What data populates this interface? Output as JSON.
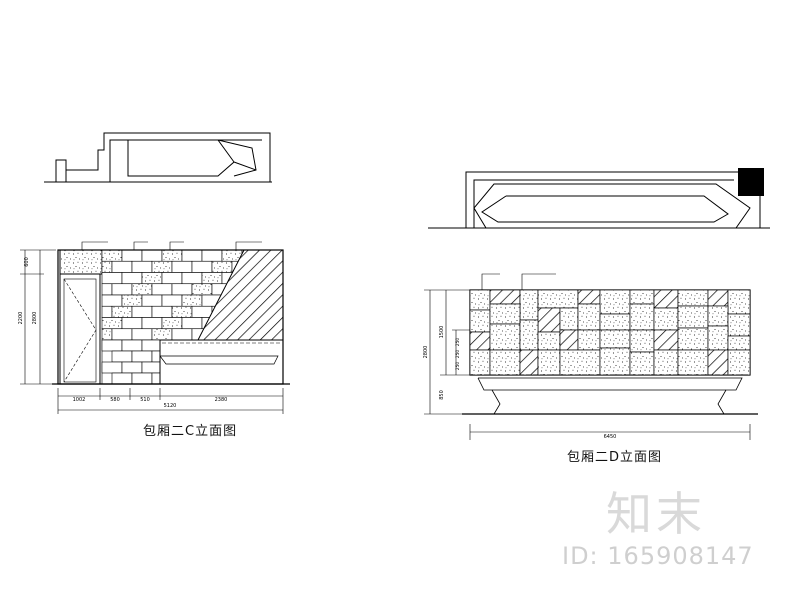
{
  "captions": {
    "left": "包厢二C立面图",
    "right": "包厢二D立面图"
  },
  "watermark": {
    "logo": "知末",
    "id": "ID: 165908147"
  },
  "left_elevation": {
    "vertical_dims": [
      "600",
      "2200",
      "2800"
    ],
    "horizontal_dims": [
      "1002",
      "580",
      "510",
      "2380",
      "5120"
    ]
  },
  "right_elevation": {
    "vertical_dims": [
      "1500",
      "2800",
      "850"
    ],
    "stack_dims": [
      "250",
      "250",
      "250"
    ],
    "total_width": "6450"
  },
  "colors": {
    "line": "#000000",
    "watermark": "#d9d9d9"
  }
}
